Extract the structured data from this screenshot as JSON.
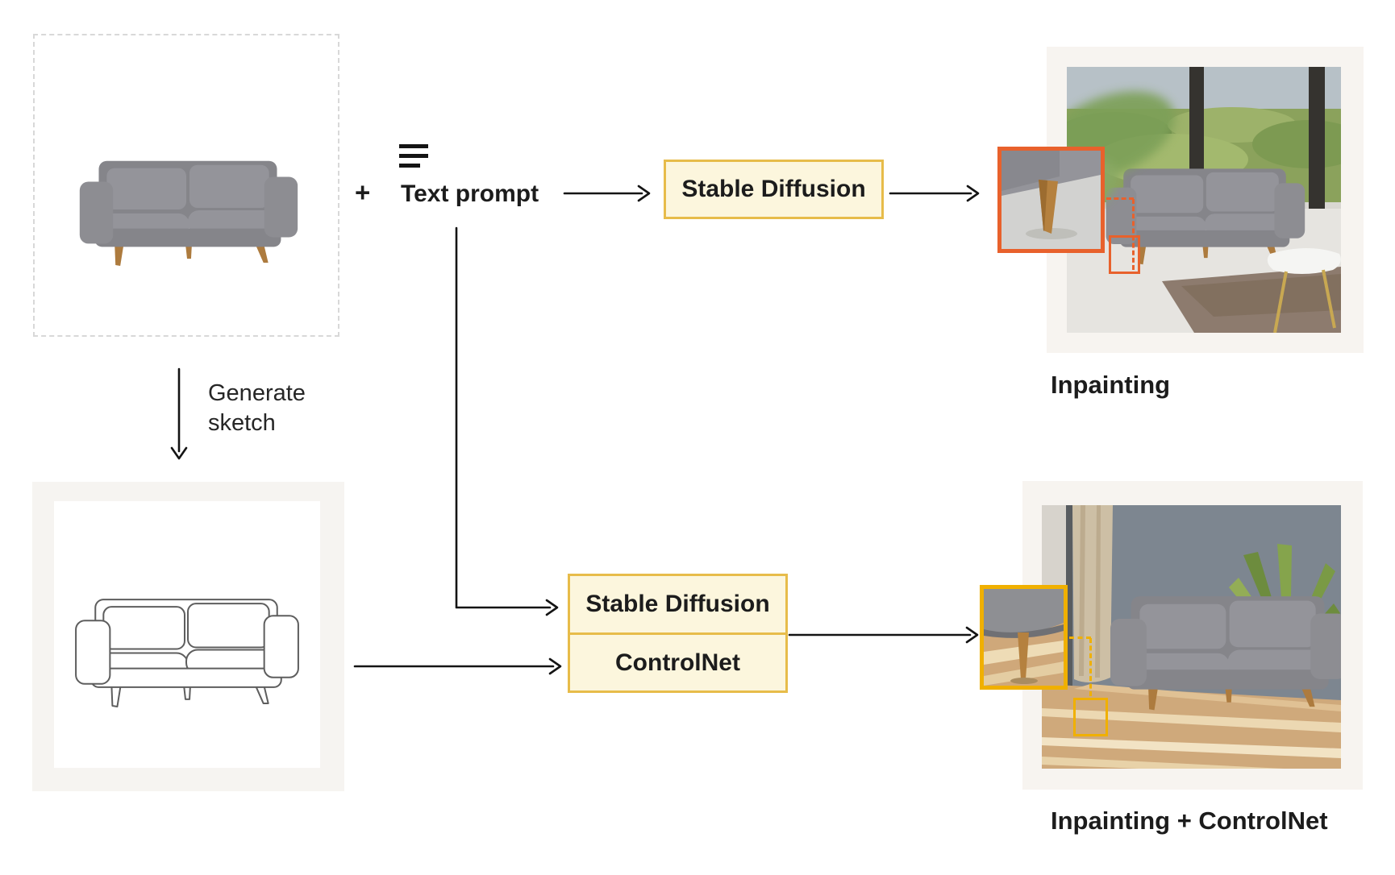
{
  "labels": {
    "plus": "+",
    "text_prompt": "Text prompt",
    "generate_sketch_line1": "Generate",
    "generate_sketch_line2": "sketch",
    "stable_diffusion_top": "Stable Diffusion",
    "stable_diffusion_bottom": "Stable Diffusion",
    "controlnet": "ControlNet",
    "caption_inpainting": "Inpainting",
    "caption_inpainting_controlnet": "Inpainting + ControlNet"
  },
  "icons": {
    "text_prompt_icon": "text-lines-icon"
  },
  "colors": {
    "box_fill": "#fcf6dd",
    "box_border": "#e7bc4a",
    "highlight_orange": "#e8612c",
    "highlight_gold": "#f0b000",
    "arrow": "#141414",
    "card_bg": "#f7f4f0",
    "dashed_border": "#d8d8d8",
    "text": "#1c1c1c",
    "background": "#ffffff"
  }
}
